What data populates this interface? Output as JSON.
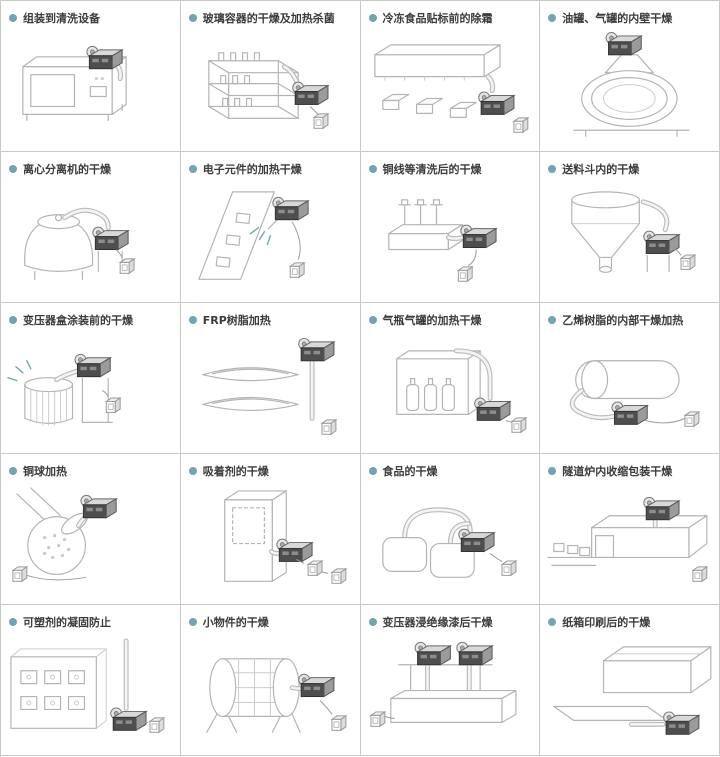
{
  "colors": {
    "bullet": "#76a3b2",
    "accent": "#74a4b4",
    "border": "#c9c9c9",
    "text": "#3c3c3c",
    "line": "#b4b4b4",
    "unit_dark": "#4e4e4e"
  },
  "cells": [
    {
      "label": "组装到清洗设备",
      "icon": "washer-illustration"
    },
    {
      "label": "玻璃容器的干燥及加热杀菌",
      "icon": "glass-rack-illustration"
    },
    {
      "label": "冷冻食品贴标前的除霜",
      "icon": "conveyor-defrost-illustration"
    },
    {
      "label": "油罐、气罐的内壁干燥",
      "icon": "tank-inner-wall-illustration"
    },
    {
      "label": "离心分离机的干燥",
      "icon": "centrifuge-illustration"
    },
    {
      "label": "电子元件的加热干燥",
      "icon": "electronics-illustration"
    },
    {
      "label": "铜线等清洗后的干燥",
      "icon": "copper-wire-illustration"
    },
    {
      "label": "送料斗内的干燥",
      "icon": "hopper-illustration"
    },
    {
      "label": "变压器盒涂装前的干燥",
      "icon": "transformer-box-illustration"
    },
    {
      "label": "FRP树脂加热",
      "icon": "frp-resin-illustration"
    },
    {
      "label": "气瓶气罐的加热干燥",
      "icon": "gas-cylinder-illustration"
    },
    {
      "label": "乙烯树脂的内部干燥加热",
      "icon": "vinyl-resin-illustration"
    },
    {
      "label": "铜球加热",
      "icon": "copper-ball-illustration"
    },
    {
      "label": "吸着剂的干燥",
      "icon": "adsorbent-illustration"
    },
    {
      "label": "食品的干燥",
      "icon": "food-drying-illustration"
    },
    {
      "label": "隧道炉内收缩包装干燥",
      "icon": "tunnel-oven-illustration"
    },
    {
      "label": "可塑剂的凝固防止",
      "icon": "plasticizer-illustration"
    },
    {
      "label": "小物件的干燥",
      "icon": "small-parts-drum-illustration"
    },
    {
      "label": "变压器浸绝缘漆后干燥",
      "icon": "varnish-drying-illustration"
    },
    {
      "label": "纸箱印刷后的干燥",
      "icon": "carton-printing-illustration"
    }
  ]
}
